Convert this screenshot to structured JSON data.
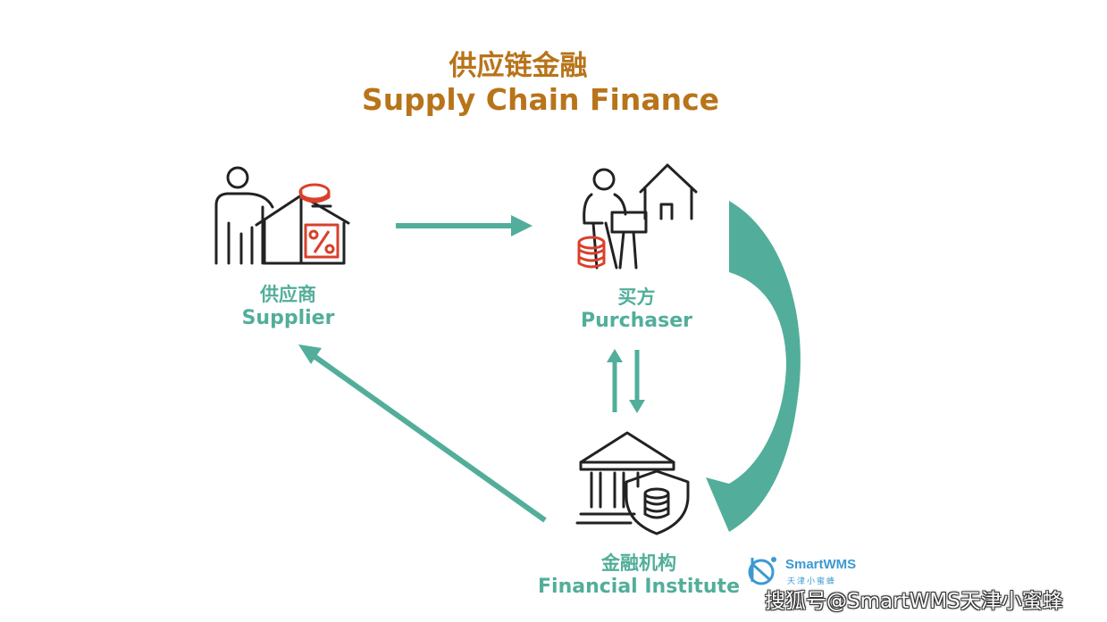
{
  "title": {
    "cn": "供应链金融",
    "en": "Supply Chain Finance"
  },
  "nodes": {
    "supplier": {
      "cn": "供应商",
      "en": "Supplier"
    },
    "purchaser": {
      "cn": "买方",
      "en": "Purchaser"
    },
    "financial_institute": {
      "cn": "金融机构",
      "en": "Financial Institute"
    }
  },
  "watermark": {
    "brand": "SmartWMS",
    "brand_sub": "天津小蜜蜂",
    "text": "搜狐号@SmartWMS天津小蜜蜂"
  },
  "colors": {
    "title": "#b8741a",
    "accent": "#52ae9a",
    "icon_stroke": "#222222",
    "icon_red": "#d9402b"
  }
}
